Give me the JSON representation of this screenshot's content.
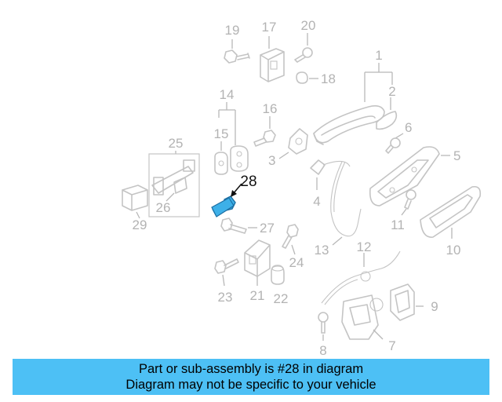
{
  "labels": {
    "l1": "1",
    "l2": "2",
    "l3": "3",
    "l4": "4",
    "l5": "5",
    "l6": "6",
    "l7": "7",
    "l8": "8",
    "l9": "9",
    "l10": "10",
    "l11": "11",
    "l12": "12",
    "l13": "13",
    "l14": "14",
    "l15": "15",
    "l16": "16",
    "l17": "17",
    "l18": "18",
    "l19": "19",
    "l20": "20",
    "l21": "21",
    "l22": "22",
    "l23": "23",
    "l24": "24",
    "l25": "25",
    "l26": "26",
    "l27": "27",
    "l29": "29"
  },
  "highlight": {
    "label": "28",
    "color": "#3db0e8"
  },
  "banner": {
    "line1": "Part or sub-assembly is #28 in diagram",
    "line2": "Diagram may not be specific to your vehicle",
    "color": "#4dc0f5"
  }
}
